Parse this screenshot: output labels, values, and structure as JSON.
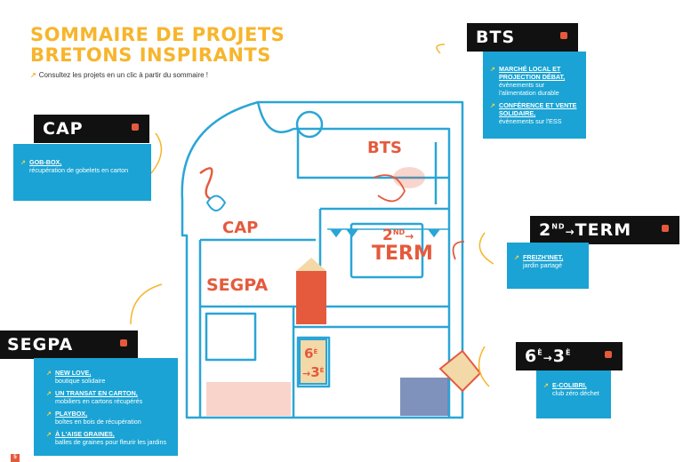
{
  "header": {
    "title": "SOMMAIRE DE PROJETS BRETONS INSPIRANTS",
    "subtitle": "Consultez les projets en un clic à partir du sommaire !"
  },
  "colors": {
    "accent_yellow": "#f7b52c",
    "panel_blue": "#1aa3d4",
    "label_black": "#111111",
    "coral": "#e55a3c",
    "line_blue": "#2aa5d6"
  },
  "icons": {
    "arrow": "north-east-arrow-icon"
  },
  "levels": {
    "bts": {
      "label": "BTS",
      "items": [
        {
          "name": "MARCHÉ LOCAL ET PROJECTION DÉBAT,",
          "desc": "évènements sur l'alimentation durable"
        },
        {
          "name": "CONFÉRENCE ET VENTE SOLIDAIRE,",
          "desc": "évènements sur l'ESS"
        }
      ]
    },
    "cap": {
      "label": "CAP",
      "items": [
        {
          "name": "GOB-BOX,",
          "desc": "récupération de gobelets en carton"
        }
      ]
    },
    "term": {
      "label_pre": "2",
      "label_sup": "ND",
      "label_arrow": "→",
      "label_post": "TERM",
      "items": [
        {
          "name": "FREIZH'INET,",
          "desc": "jardin partagé"
        }
      ]
    },
    "segpa": {
      "label": "SEGPA",
      "items": [
        {
          "name": "NEW LOVE,",
          "desc": "boutique solidaire"
        },
        {
          "name": "UN TRANSAT EN CARTON,",
          "desc": "mobiliers en cartons récupérés"
        },
        {
          "name": "PLAYBOX,",
          "desc": "boîtes en bois de récupération"
        },
        {
          "name": "À L'AISE GRAINES,",
          "desc": "balles de graines pour fleurir les jardins"
        }
      ]
    },
    "college": {
      "label_pre": "6",
      "label_sup1": "È",
      "label_arrow": "→",
      "label_post": "3",
      "label_sup2": "È",
      "items": [
        {
          "name": "E-COLIBRI,",
          "desc": "club zéro déchet"
        }
      ]
    }
  },
  "scene": {
    "bts": "BTS",
    "cap": "CAP",
    "term_pre": "2",
    "term_sup": "ND",
    "term_arrow": "→",
    "term_post": "TERM",
    "segpa": "SEGPA",
    "college_top_num": "6",
    "college_top_sup": "È",
    "college_bottom_arrow": "→",
    "college_bottom_num": "3",
    "college_bottom_sup": "È"
  },
  "footer": {
    "page_number": "5"
  }
}
